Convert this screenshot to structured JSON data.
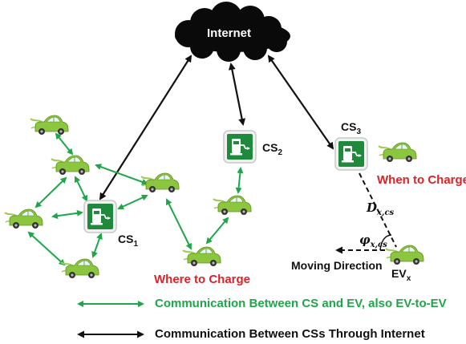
{
  "internet_label": "Internet",
  "stations": [
    {
      "base": "CS",
      "sub": "1"
    },
    {
      "base": "CS",
      "sub": "2"
    },
    {
      "base": "CS",
      "sub": "3"
    }
  ],
  "annotations": {
    "when_to_charge": "When to Charge",
    "where_to_charge": "Where to Charge",
    "moving_direction": "Moving Direction",
    "ev_base": "EV",
    "ev_sub": "x",
    "distance_base": "D",
    "distance_sub": "x,cs",
    "angle_base": "φ",
    "angle_sub": "x,cs"
  },
  "legend": [
    {
      "text": "Communication Between CS and EV, also EV-to-EV",
      "color": "#1fa64a"
    },
    {
      "text": "Communication Between CSs Through Internet",
      "color": "#111111"
    }
  ],
  "colors": {
    "green_link": "#1fa64a",
    "black_link": "#111111",
    "station_green": "#1f8a3c",
    "car_green": "#8cc63f",
    "highlight_red": "#d8232a",
    "cloud": "#0a0a0a"
  }
}
